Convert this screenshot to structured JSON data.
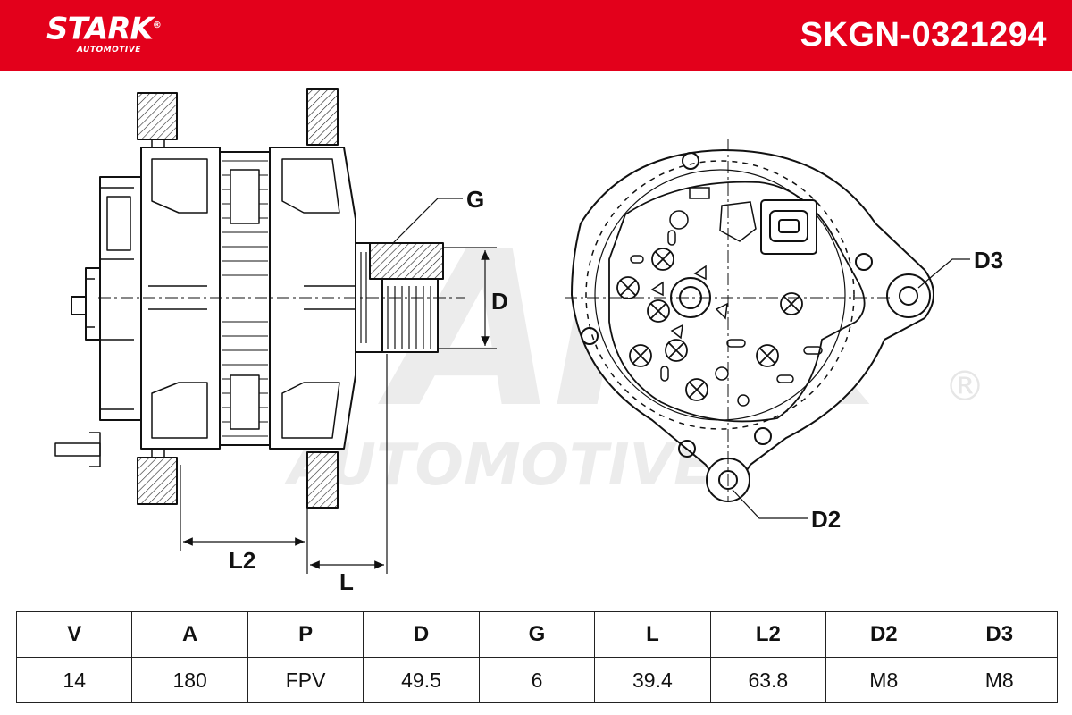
{
  "brand": {
    "name": "STARK",
    "sub": "AUTOMOTIVE",
    "registered_mark": "®"
  },
  "part_number": "SKGN-0321294",
  "colors": {
    "brand_red": "#e3001b",
    "line": "#111111",
    "watermark": "#eeeeee"
  },
  "watermark": {
    "main": "STARK",
    "sub": "AUTOMOTIVE",
    "mark": "®"
  },
  "dimension_labels": {
    "G": "G",
    "D": "D",
    "L2": "L2",
    "L": "L",
    "D2": "D2",
    "D3": "D3"
  },
  "specs": {
    "headers": [
      "V",
      "A",
      "P",
      "D",
      "G",
      "L",
      "L2",
      "D2",
      "D3"
    ],
    "values": [
      "14",
      "180",
      "FPV",
      "49.5",
      "6",
      "39.4",
      "63.8",
      "M8",
      "M8"
    ]
  }
}
